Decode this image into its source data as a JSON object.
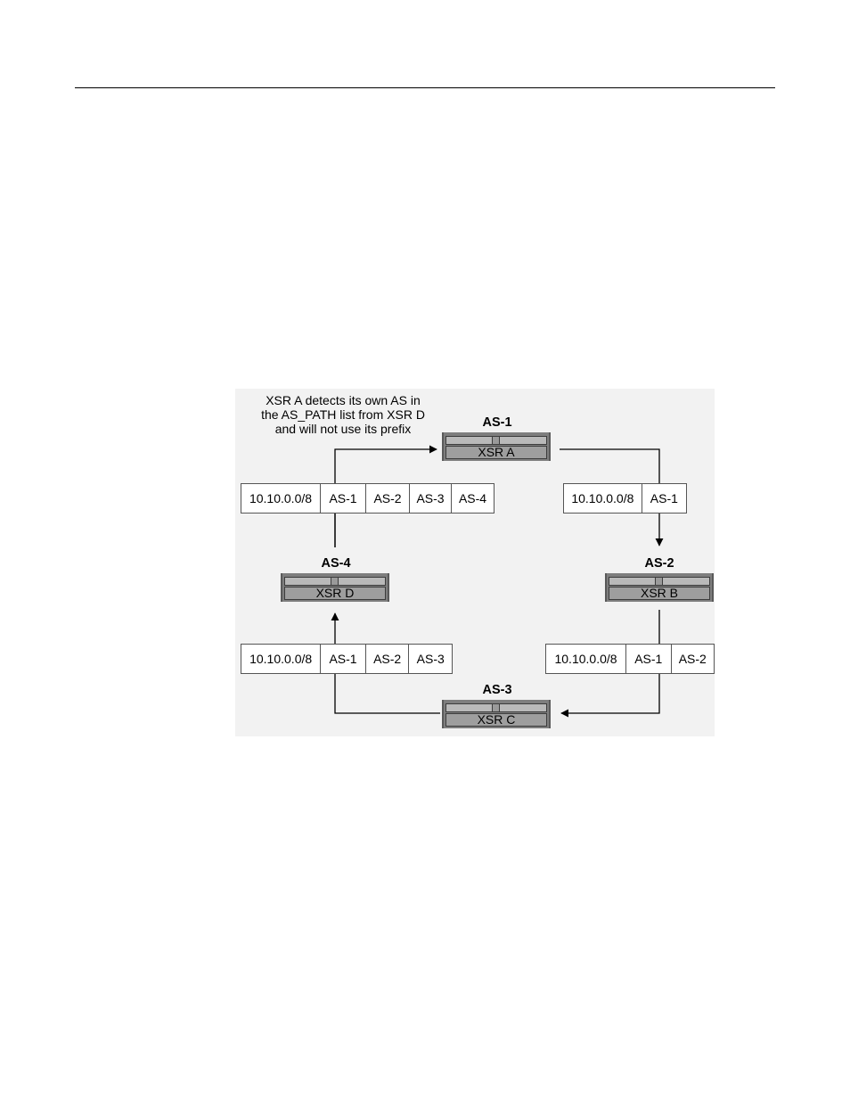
{
  "note": [
    "XSR A detects its own AS in",
    "the AS_PATH list from XSR D",
    "and will not use its prefix"
  ],
  "routers": {
    "a": {
      "as": "AS-1",
      "name": "XSR A"
    },
    "b": {
      "as": "AS-2",
      "name": "XSR B"
    },
    "c": {
      "as": "AS-3",
      "name": "XSR C"
    },
    "d": {
      "as": "AS-4",
      "name": "XSR D"
    }
  },
  "paths": {
    "d_to_a": [
      "10.10.0.0/8",
      "AS-1",
      "AS-2",
      "AS-3",
      "AS-4"
    ],
    "a_to_b": [
      "10.10.0.0/8",
      "AS-1"
    ],
    "c_to_d": [
      "10.10.0.0/8",
      "AS-1",
      "AS-2",
      "AS-3"
    ],
    "b_to_c": [
      "10.10.0.0/8",
      "AS-1",
      "AS-2"
    ]
  }
}
